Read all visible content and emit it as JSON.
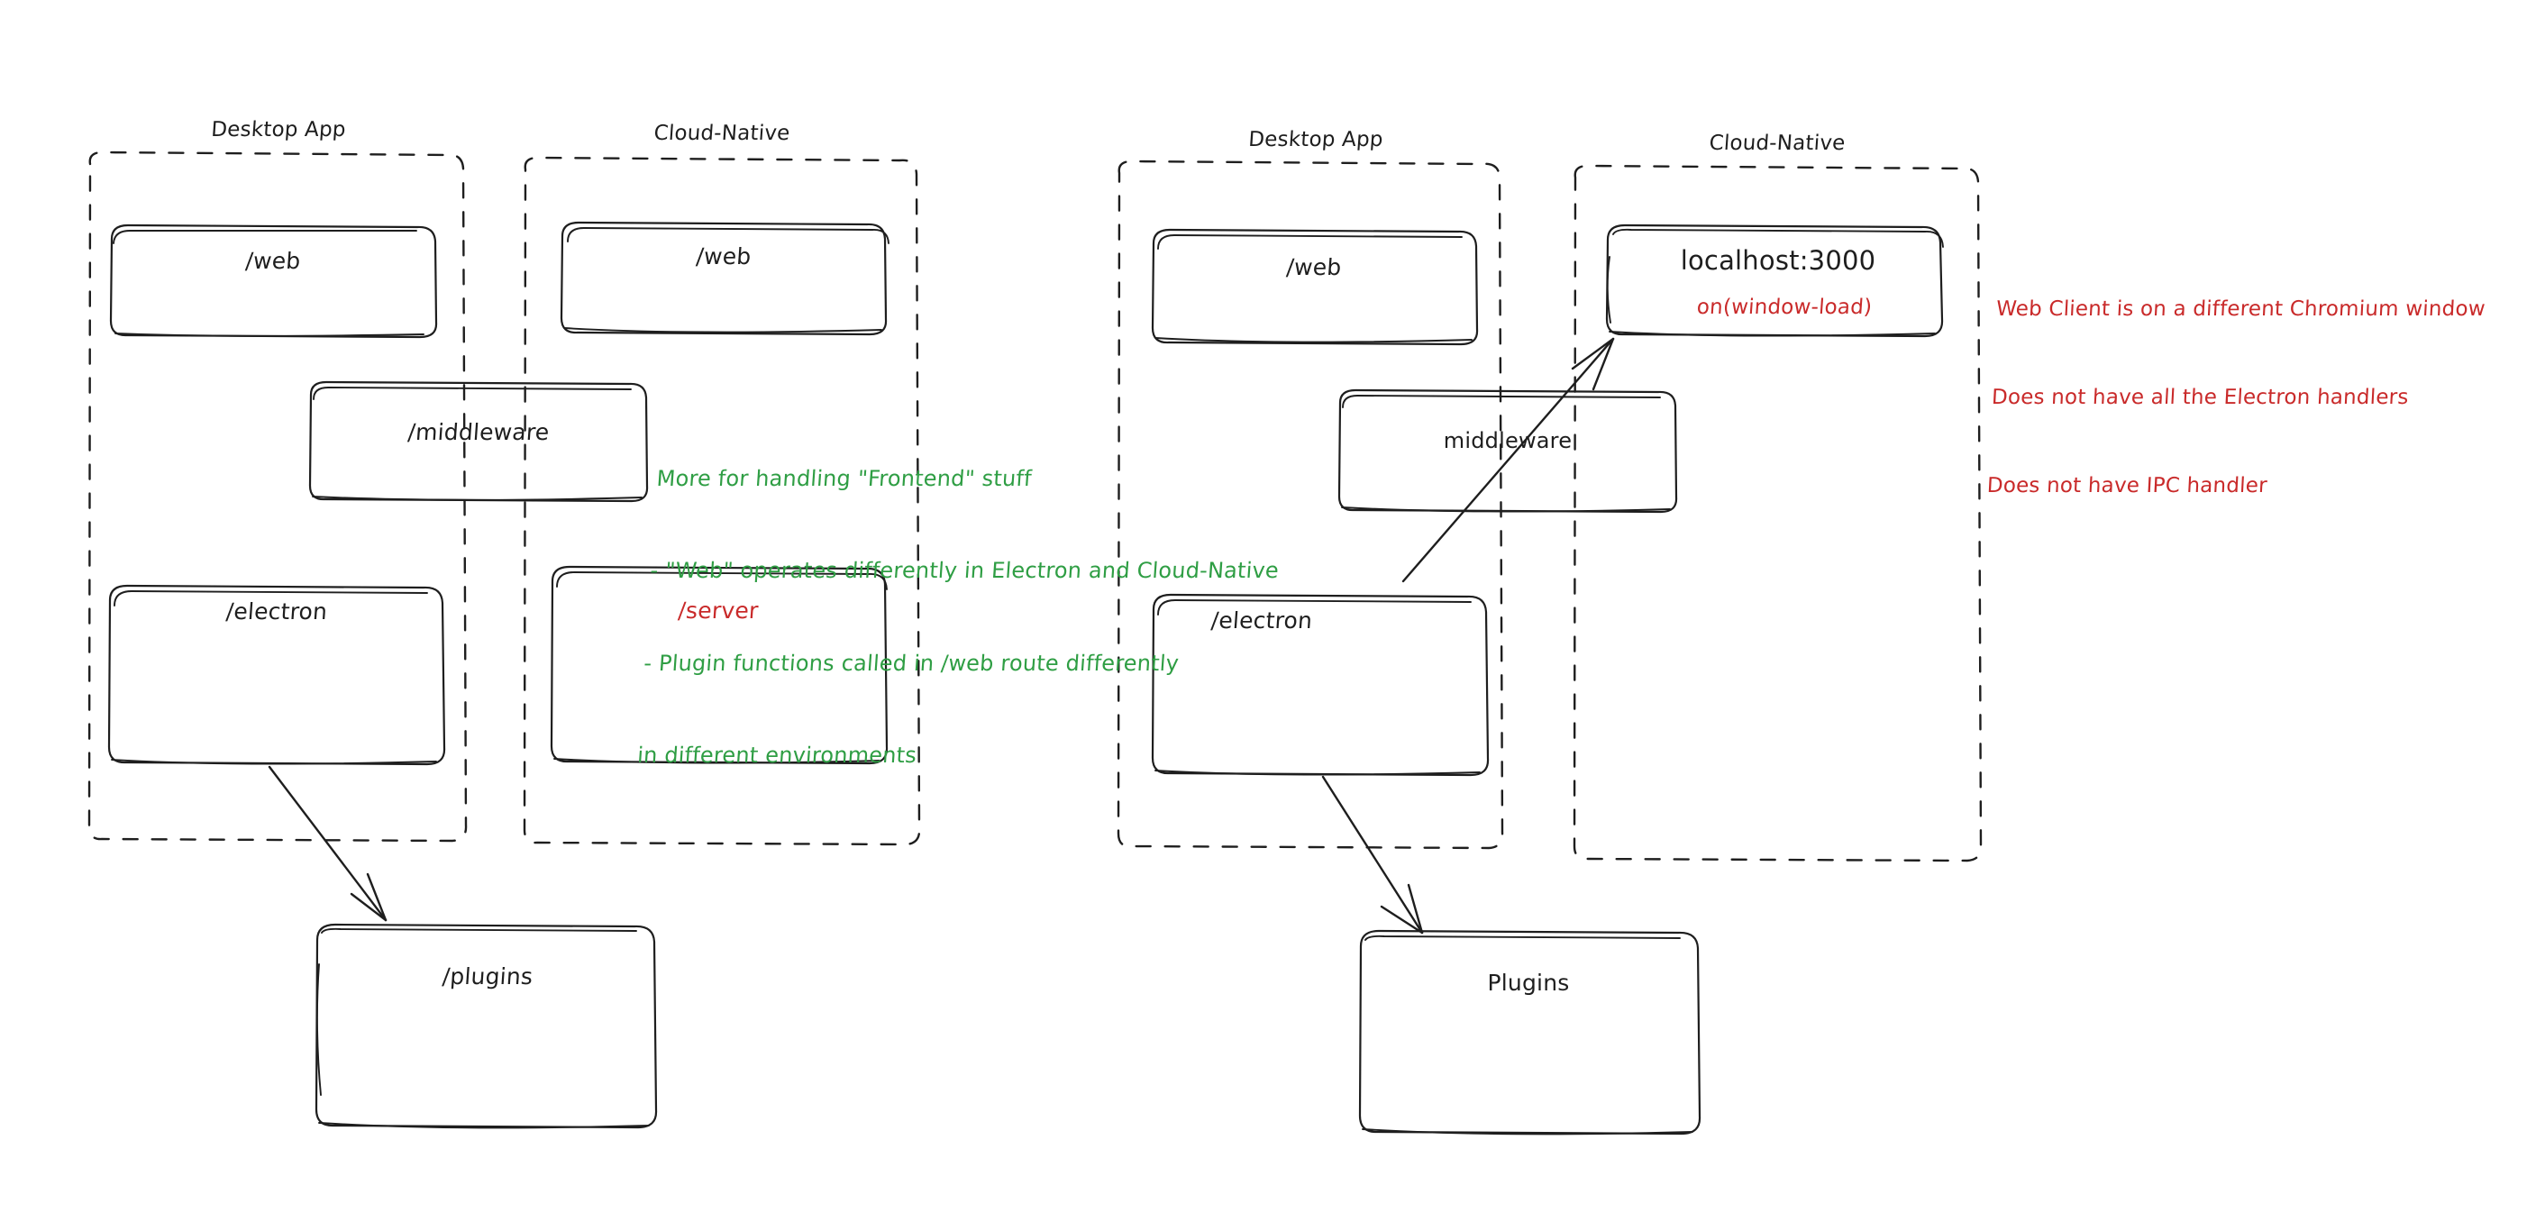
{
  "canvas": {
    "background": "#ffffff",
    "stroke_color": "#1e1e1e",
    "accent_red": "#c92a2a",
    "accent_green": "#2f9e44"
  },
  "diagrams": [
    {
      "id": "left-diagram",
      "containers": [
        {
          "id": "left-desktop-app",
          "label": "Desktop App"
        },
        {
          "id": "left-cloud-native",
          "label": "Cloud-Native"
        }
      ],
      "boxes": [
        {
          "id": "left-desktop-web",
          "label": "/web",
          "color": "#1e1e1e"
        },
        {
          "id": "left-cloud-web",
          "label": "/web",
          "color": "#1e1e1e"
        },
        {
          "id": "left-middleware",
          "label": "/middleware",
          "color": "#1e1e1e"
        },
        {
          "id": "left-electron",
          "label": "/electron",
          "color": "#1e1e1e"
        },
        {
          "id": "left-server",
          "label": "/server",
          "color": "#c92a2a"
        },
        {
          "id": "left-plugins",
          "label": "/plugins",
          "color": "#1e1e1e"
        }
      ]
    },
    {
      "id": "right-diagram",
      "containers": [
        {
          "id": "right-desktop-app",
          "label": "Desktop App"
        },
        {
          "id": "right-cloud-native",
          "label": "Cloud-Native"
        }
      ],
      "boxes": [
        {
          "id": "right-desktop-web",
          "label": "/web",
          "color": "#1e1e1e"
        },
        {
          "id": "right-localhost",
          "label": "localhost:3000",
          "sublabel": "on(window-load)",
          "color": "#1e1e1e",
          "sublabel_color": "#c92a2a"
        },
        {
          "id": "right-middleware",
          "label": "middleware",
          "color": "#1e1e1e"
        },
        {
          "id": "right-electron",
          "label": "/electron",
          "color": "#1e1e1e"
        },
        {
          "id": "right-plugins",
          "label": "Plugins",
          "color": "#1e1e1e"
        }
      ]
    }
  ],
  "notes": {
    "green": {
      "color": "#2f9e44",
      "lines": [
        "More for handling \"Frontend\" stuff",
        "- \"Web\" operates differently in Electron and Cloud-Native",
        "- Plugin functions called in /web route differently",
        "in different environments"
      ]
    },
    "red": {
      "color": "#c92a2a",
      "lines": [
        "Web Client is on a different Chromium window",
        "Does not have all the Electron handlers",
        "Does not have IPC handler"
      ]
    }
  }
}
